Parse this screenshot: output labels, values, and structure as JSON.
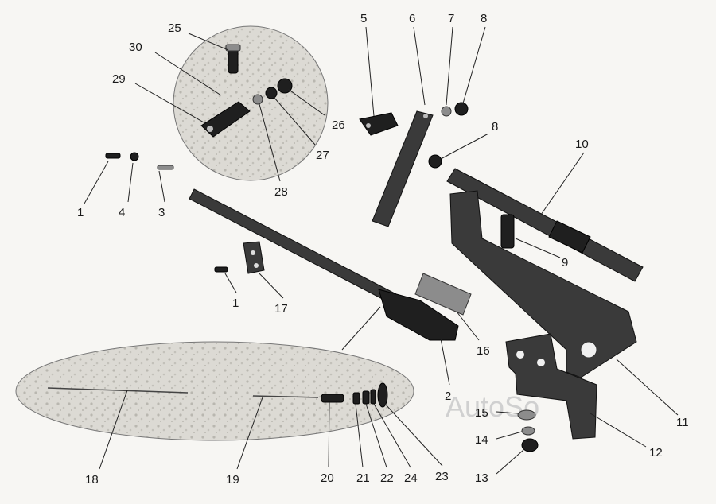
{
  "watermark": "AutoSo",
  "callouts": [
    "1",
    "4",
    "3",
    "25",
    "30",
    "29",
    "26",
    "27",
    "28",
    "5",
    "6",
    "7",
    "8",
    "8",
    "10",
    "9",
    "1",
    "17",
    "16",
    "2",
    "11",
    "12",
    "15",
    "14",
    "13",
    "18",
    "19",
    "20",
    "21",
    "22",
    "24",
    "23"
  ]
}
